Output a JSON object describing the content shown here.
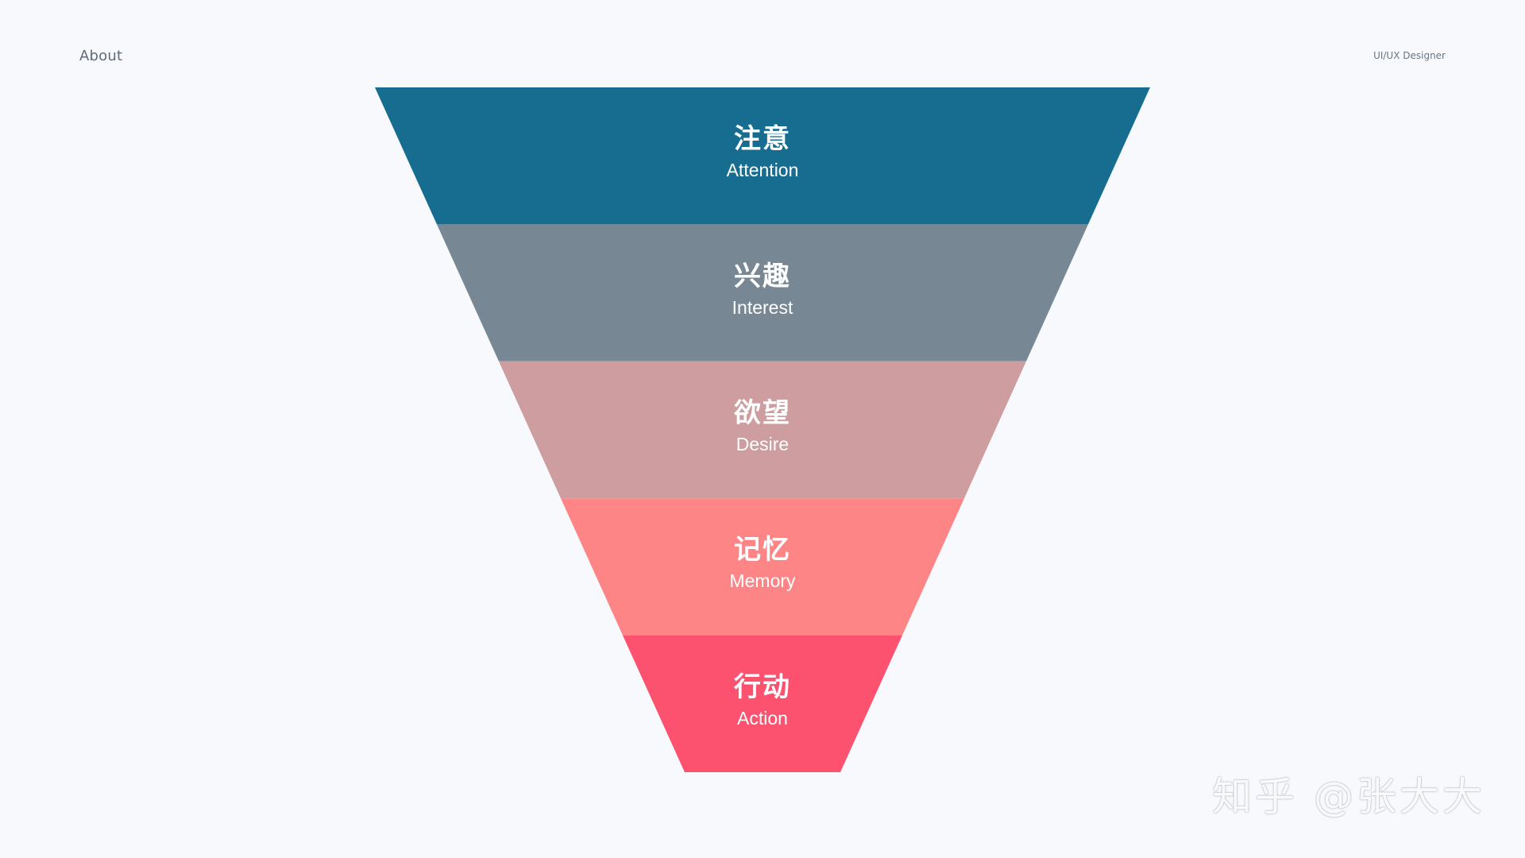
{
  "header": {
    "left_text": "About",
    "right_text": "UI/UX Designer"
  },
  "funnel": {
    "stages": [
      {
        "zh": "注意",
        "en": "Attention",
        "color": "#176d90"
      },
      {
        "zh": "兴趣",
        "en": "Interest",
        "color": "#788794"
      },
      {
        "zh": "欲望",
        "en": "Desire",
        "color": "#cd9da0"
      },
      {
        "zh": "记忆",
        "en": "Memory",
        "color": "#fd8586"
      },
      {
        "zh": "行动",
        "en": "Action",
        "color": "#fc526f"
      }
    ]
  },
  "watermark": "知乎 @张大大"
}
